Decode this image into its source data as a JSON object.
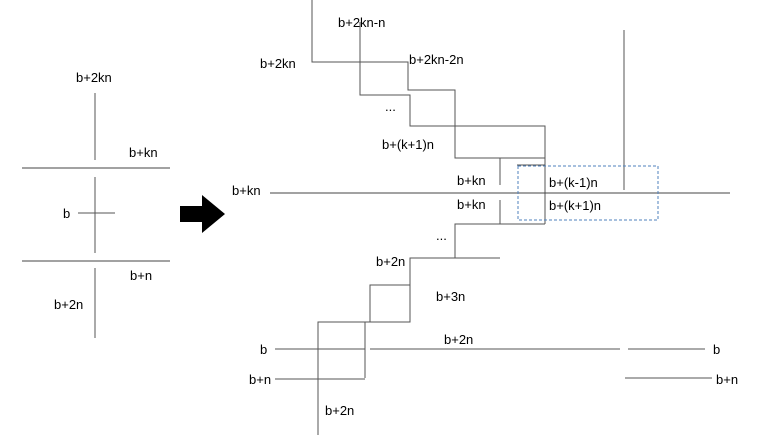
{
  "colors": {
    "line": "#555555",
    "dashed_box": "#4f81bd",
    "arrow": "#000000",
    "text": "#000000"
  },
  "left_panel": {
    "label_top": "b+2kn",
    "label_kn": "b+kn",
    "label_b": "b",
    "label_n": "b+n",
    "label_bottom": "b+2n"
  },
  "arrow": {
    "icon": "right-arrow-icon"
  },
  "right_panel": {
    "top_a": "b+2kn-n",
    "top_b": "b+2kn",
    "top_c": "b+2kn-2n",
    "ellipsis_upper": "...",
    "upper_k1": "b+(k+1)n",
    "main_left": "b+kn",
    "mid_kn_upper": "b+kn",
    "mid_kn_lower": "b+kn",
    "box_upper": "b+(k-1)n",
    "box_lower": "b+(k+1)n",
    "ellipsis_lower": "...",
    "lower_2n": "b+2n",
    "lower_3n": "b+3n",
    "bottom_b": "b",
    "bottom_2n_mid": "b+2n",
    "bottom_b_right": "b",
    "bottom_bn": "b+n",
    "bottom_bn_right": "b+n",
    "bottom_2n_low": "b+2n"
  }
}
